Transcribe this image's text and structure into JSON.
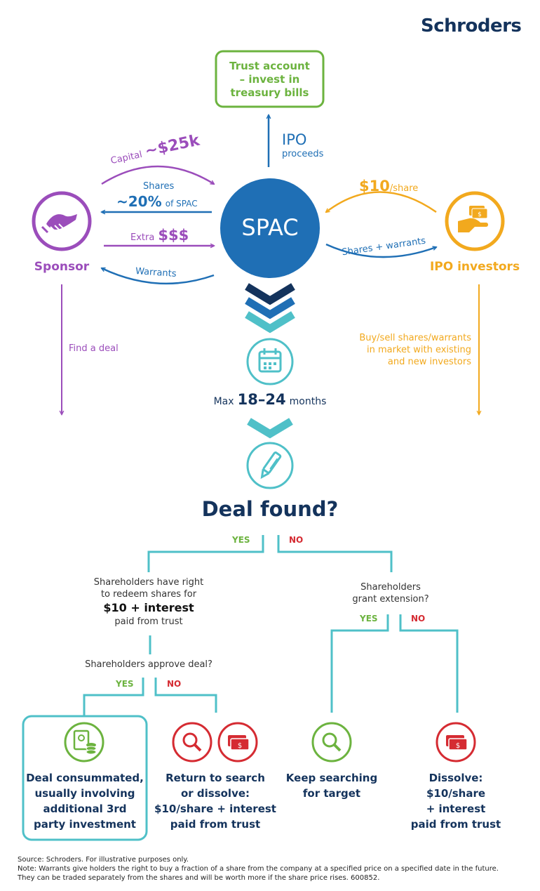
{
  "brand": "Schroders",
  "trust": {
    "line1": "Trust account",
    "line2": "– invest in",
    "line3": "treasury bills"
  },
  "ipo_label": {
    "big": "IPO",
    "small": "proceeds"
  },
  "sponsor": {
    "label": "Sponsor"
  },
  "spac": {
    "label": "SPAC"
  },
  "ipo_investors": {
    "label": "IPO investors"
  },
  "sponsor_flows": {
    "capital_prefix": "Capital",
    "capital_value": "~$25k",
    "shares_label": "Shares",
    "shares_pct": "~20%",
    "shares_suffix": "of SPAC",
    "extra_prefix": "Extra",
    "extra_value": "$$$",
    "warrants": "Warrants"
  },
  "investor_flows": {
    "price": "$10",
    "price_unit": "/share",
    "shares_warrants": "Shares + warrants"
  },
  "find_deal": "Find a deal",
  "market": {
    "line1": "Buy/sell shares/warrants",
    "line2": "in market with existing",
    "line3": "and new investors"
  },
  "max_months": {
    "prefix": "Max",
    "range": "18–24",
    "suffix": "months"
  },
  "deal_found": "Deal found?",
  "yes": "YES",
  "no": "NO",
  "redeem": {
    "line1": "Shareholders have right",
    "line2": "to redeem shares for",
    "line3": "$10 + interest",
    "line4": "paid from trust"
  },
  "extension": {
    "line1": "Shareholders",
    "line2": "grant extension?"
  },
  "approve": "Shareholders approve deal?",
  "outcomes": {
    "consummated": {
      "line1": "Deal consummated,",
      "line2": "usually involving",
      "line3": "additional 3rd",
      "line4": "party investment"
    },
    "return": {
      "line1": "Return to search",
      "line2": "or dissolve:",
      "line3": "$10/share + interest",
      "line4": "paid from trust"
    },
    "keep": {
      "line1": "Keep searching",
      "line2": "for target"
    },
    "dissolve": {
      "line1": "Dissolve:",
      "line2": "$10/share",
      "line3": "+ interest",
      "line4": "paid from trust"
    }
  },
  "footer": {
    "line1": "Source: Schroders. For illustrative purposes only.",
    "line2": "Note: Warrants give holders the right to buy a fraction of a share from the company at a specified price on a specified date in the future.",
    "line3": "They can be traded separately from the shares and will be worth more if the share price rises. 600852."
  },
  "colors": {
    "purple": "#9b4dbb",
    "blue": "#1f6fb5",
    "navy": "#14335c",
    "orange": "#f2a91e",
    "teal": "#4fc0c8",
    "green": "#6cb33f",
    "red": "#d52b32"
  },
  "icons": [
    "handshake-icon",
    "money-hand-icon",
    "calendar-icon",
    "pen-icon",
    "certificate-coins-icon",
    "magnifier-icon",
    "cash-icon"
  ]
}
